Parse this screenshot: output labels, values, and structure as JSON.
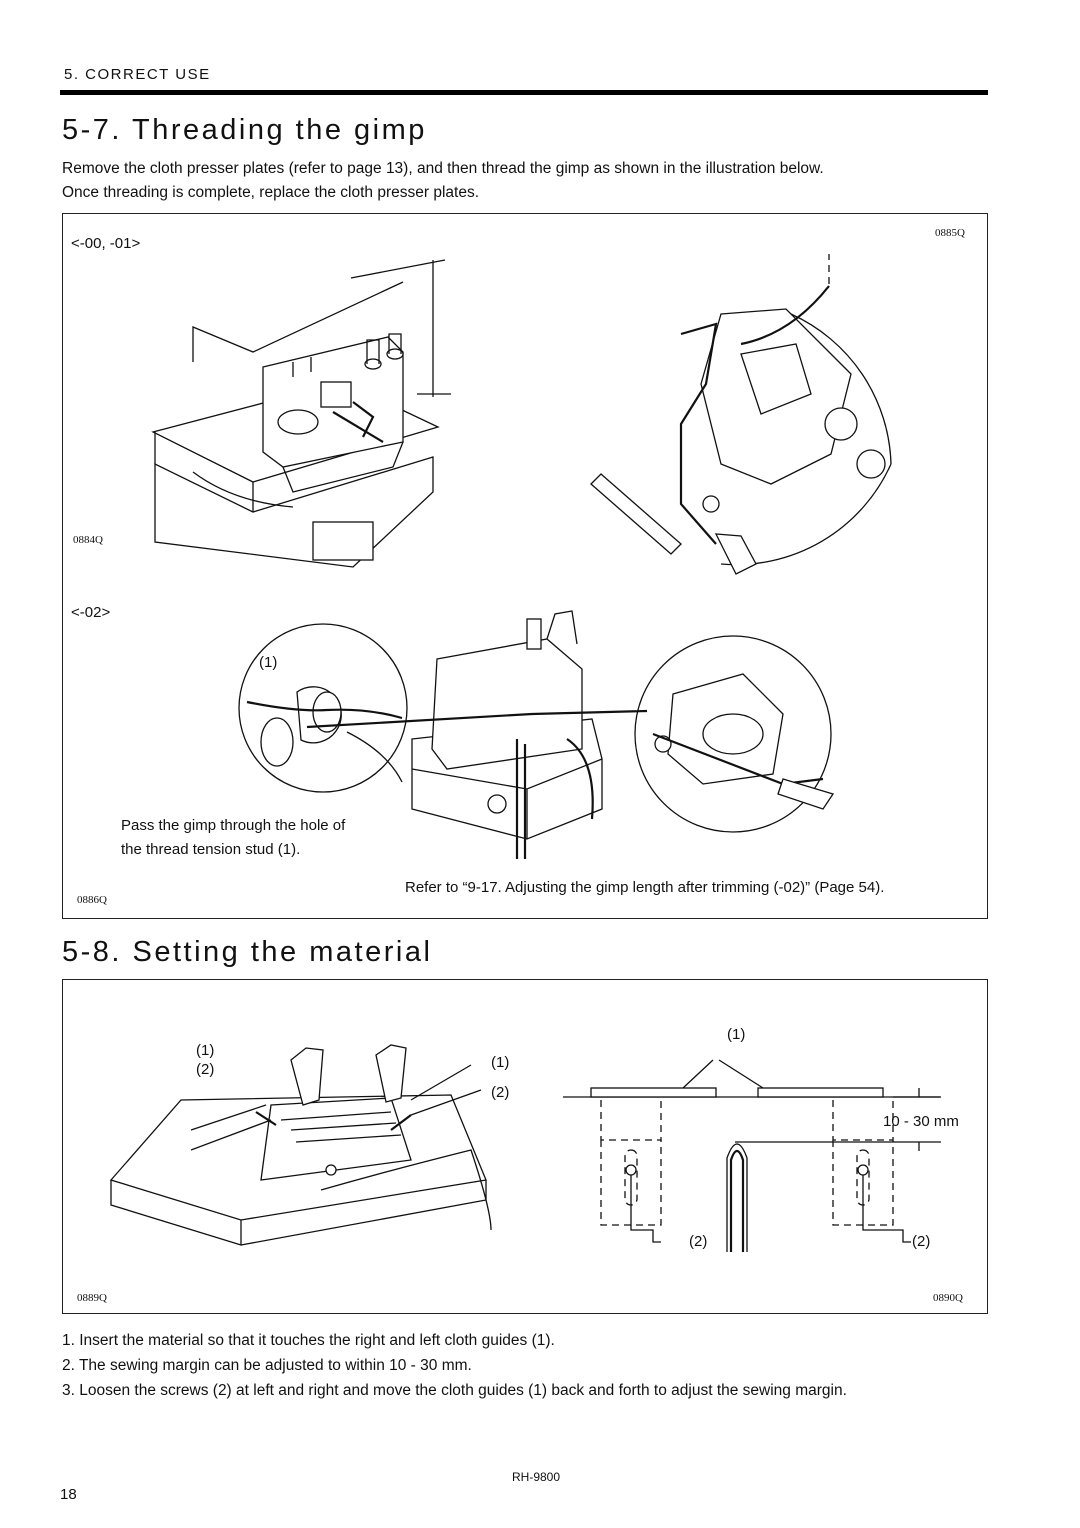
{
  "header": {
    "section": "5. CORRECT USE"
  },
  "section_57": {
    "title": "5-7. Threading the gimp",
    "intro_line1": "Remove the cloth presser plates (refer to page 13), and then thread the gimp as shown in the illustration below.",
    "intro_line2": "Once threading is complete, replace the cloth presser plates.",
    "figure": {
      "variant_a_label": "<-00, -01>",
      "code_a1": "0885Q",
      "code_a2": "0884Q",
      "variant_b_label": "<-02>",
      "callout_1": "(1)",
      "pass_note_line1": "Pass the gimp through the hole of",
      "pass_note_line2": "the thread tension stud (1).",
      "refer_note": "Refer to “9-17. Adjusting the gimp length after trimming (-02)” (Page 54).",
      "code_b": "0886Q"
    }
  },
  "section_58": {
    "title": "5-8. Setting the material",
    "figure": {
      "left_callout_1": "(1)",
      "left_callout_2": "(2)",
      "left_callout_1b": "(1)",
      "left_callout_2b": "(2)",
      "right_callout_1": "(1)",
      "right_callout_2a": "(2)",
      "right_callout_2b": "(2)",
      "margin_label": "10 - 30 mm",
      "code_left": "0889Q",
      "code_right": "0890Q"
    },
    "instructions": [
      "1. Insert the material so that it touches the right and left cloth guides (1).",
      "2. The sewing margin can be adjusted to within 10 - 30 mm.",
      "3. Loosen the screws (2) at left and right and move the cloth guides (1) back and forth to adjust the sewing margin."
    ]
  },
  "footer": {
    "model": "RH-9800",
    "page_number": "18"
  }
}
